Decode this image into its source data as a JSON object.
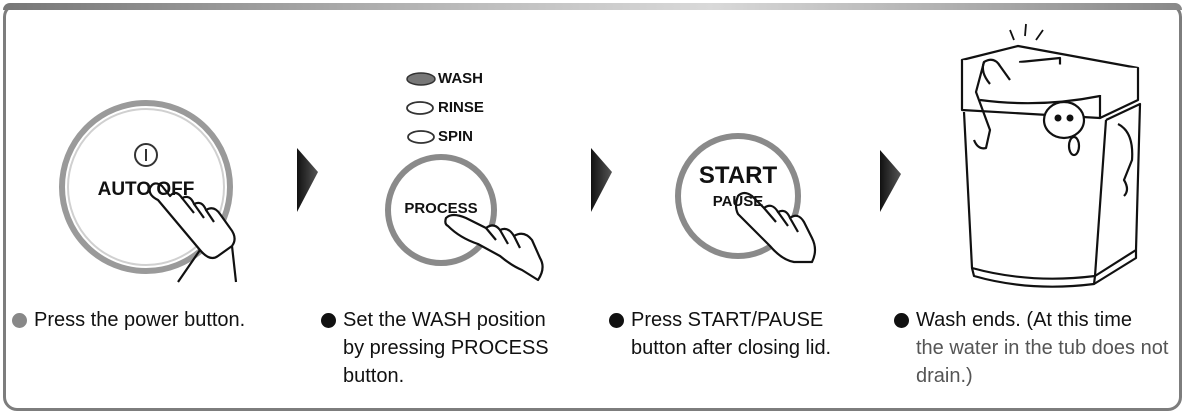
{
  "steps": [
    {
      "button_text": "AUTO OFF",
      "caption_line1": "Press the power button.",
      "caption_rest": "",
      "bullet_color": "#888888"
    },
    {
      "leds": [
        "WASH",
        "RINSE",
        "SPIN"
      ],
      "button_text": "PROCESS",
      "caption_line1": "Set the WASH position",
      "caption_rest": "by pressing PROCESS button.",
      "bullet_color": "#111111"
    },
    {
      "button_text_top": "START",
      "button_text_bottom": "PAUSE",
      "caption_line1": "Press START/PAUSE",
      "caption_rest": "button after closing lid.",
      "bullet_color": "#111111"
    },
    {
      "caption_line1": "Wash ends. (At this time",
      "caption_rest": "the water in the tub does not drain.)",
      "bullet_color": "#111111"
    }
  ]
}
